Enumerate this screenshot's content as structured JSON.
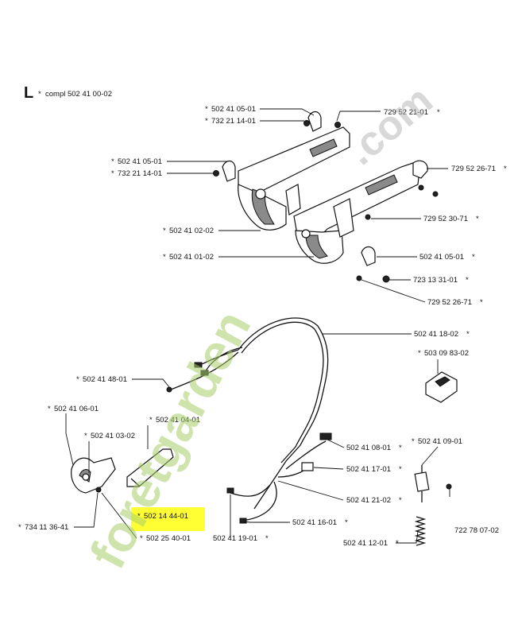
{
  "section": {
    "letter": "L",
    "asterisk": "*",
    "compl": "compl 502 41 00-02"
  },
  "labels": [
    {
      "id": "l1",
      "text": "502 41 05-01",
      "star": "*"
    },
    {
      "id": "l2",
      "text": "732 21 14-01",
      "star": "*"
    },
    {
      "id": "l3",
      "text": "729 52 21-01",
      "star": "*"
    },
    {
      "id": "l4",
      "text": "502 41 05-01",
      "star": "*"
    },
    {
      "id": "l5",
      "text": "732 21 14-01",
      "star": "*"
    },
    {
      "id": "l6",
      "text": "729 52 26-71",
      "star": "*"
    },
    {
      "id": "l7",
      "text": "729 52 30-71",
      "star": "*"
    },
    {
      "id": "l8",
      "text": "502 41 02-02",
      "star": "*"
    },
    {
      "id": "l9",
      "text": "502 41 01-02",
      "star": "*"
    },
    {
      "id": "l10",
      "text": "502 41 05-01",
      "star": "*"
    },
    {
      "id": "l11",
      "text": "723 13 31-01",
      "star": "*"
    },
    {
      "id": "l12",
      "text": "729 52 26-71",
      "star": "*"
    },
    {
      "id": "l13",
      "text": "502 41 18-02",
      "star": "*"
    },
    {
      "id": "l14",
      "text": "503 09 83-02",
      "star": "*"
    },
    {
      "id": "l15",
      "text": "502 41 48-01",
      "star": "*"
    },
    {
      "id": "l16",
      "text": "502 41 06-01",
      "star": "*"
    },
    {
      "id": "l17",
      "text": "502 41 04-01",
      "star": "*"
    },
    {
      "id": "l18",
      "text": "502 41 03-02",
      "star": "*"
    },
    {
      "id": "l19",
      "text": "502 41 08-01",
      "star": "*"
    },
    {
      "id": "l20",
      "text": "502 41 09-01",
      "star": "*"
    },
    {
      "id": "l21",
      "text": "502 41 17-01",
      "star": "*"
    },
    {
      "id": "l22",
      "text": "502 41 21-02",
      "star": "*"
    },
    {
      "id": "l23",
      "text": "502 14 44-01",
      "star": "*"
    },
    {
      "id": "l24",
      "text": "734 11 36-41",
      "star": "*"
    },
    {
      "id": "l25",
      "text": "502 25 40-01",
      "star": "*"
    },
    {
      "id": "l26",
      "text": "502 41 16-01",
      "star": "*"
    },
    {
      "id": "l27",
      "text": "502 41 19-01",
      "star": "*"
    },
    {
      "id": "l28",
      "text": "722 78 07-02",
      "star": ""
    },
    {
      "id": "l29",
      "text": "502 41 12-01",
      "star": "*"
    }
  ],
  "highlight": {
    "label_id": "l23",
    "color": "#ffff33"
  },
  "watermark": {
    "text_a": "foretgarden",
    "text_b": ".com",
    "color": "#a8cf6a"
  }
}
